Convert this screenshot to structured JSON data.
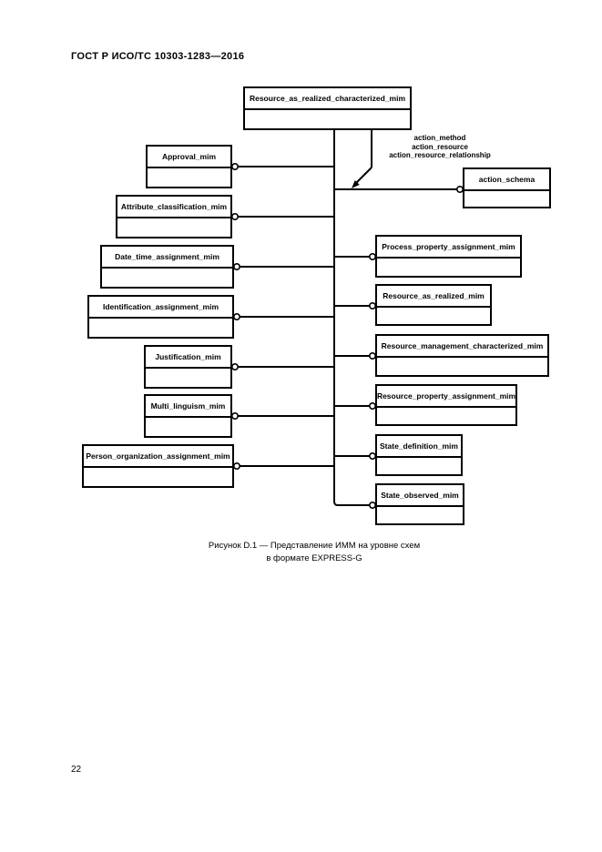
{
  "page": {
    "header": "ГОСТ Р ИСО/ТС 10303-1283—2016",
    "page_number": "22"
  },
  "figure": {
    "caption_line1": "Рисунок  D.1 — Представление ИММ на уровне схем",
    "caption_line2": "в формате EXPRESS-G"
  },
  "diagram": {
    "root_box": {
      "label": "Resource_as_realized_characterized_mim"
    },
    "annotation_lines": [
      "action_method",
      "action_resource",
      "action_resource_relationship"
    ],
    "left_boxes": [
      {
        "label": "Approval_mim"
      },
      {
        "label": "Attribute_classification_mim"
      },
      {
        "label": "Date_time_assignment_mim"
      },
      {
        "label": "Identification_assignment_mim"
      },
      {
        "label": "Justification_mim"
      },
      {
        "label": "Multi_linguism_mim"
      },
      {
        "label": "Person_organization_assignment_mim"
      }
    ],
    "right_boxes": [
      {
        "label": "action_schema"
      },
      {
        "label": "Process_property_assignment_mim"
      },
      {
        "label": "Resource_as_realized_mim"
      },
      {
        "label": "Resource_management_characterized_mim"
      },
      {
        "label": "Resource_property_assignment_mim"
      },
      {
        "label": "State_definition_mim"
      },
      {
        "label": "State_observed_mim"
      }
    ]
  }
}
